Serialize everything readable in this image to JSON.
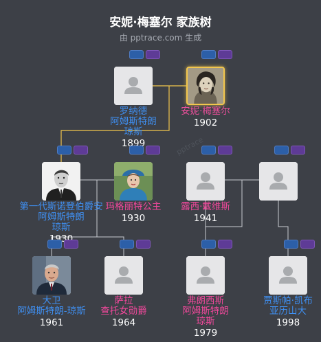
{
  "title": "安妮·梅塞尔 家族树",
  "subtitle": "由 pptrace.com 生成",
  "watermark": "pptrace",
  "people": {
    "ronald": {
      "name_lines": [
        "罗纳德",
        "阿姆斯特朗",
        "琼斯"
      ],
      "year": "1899",
      "gender": "male",
      "photo": "avatar-placeholder"
    },
    "anne": {
      "name_lines": [
        "安妮·梅塞尔"
      ],
      "year": "1902",
      "gender": "female",
      "photo": "vintage-portrait-woman",
      "selected": true
    },
    "antony": {
      "name_lines": [
        "第一代斯诺登伯爵安",
        "阿姆斯特朗",
        "琼斯"
      ],
      "year": "1930",
      "gender": "male",
      "photo": "portrait-man-suit"
    },
    "margaret": {
      "name_lines": [
        "玛格丽特公主"
      ],
      "year": "1930",
      "gender": "female",
      "photo": "portrait-woman-hat"
    },
    "lucy": {
      "name_lines": [
        "露西·戴维斯"
      ],
      "year": "1941",
      "gender": "female",
      "photo": "avatar-placeholder"
    },
    "unknown": {
      "name_lines": [],
      "year": "",
      "gender": "unknown",
      "photo": "avatar-placeholder"
    },
    "david": {
      "name_lines": [
        "大卫",
        "阿姆斯特朗-琼斯"
      ],
      "year": "1961",
      "gender": "male",
      "photo": "portrait-man-grey-hair"
    },
    "sarah": {
      "name_lines": [
        "萨拉",
        "查托女勋爵"
      ],
      "year": "1964",
      "gender": "female",
      "photo": "avatar-placeholder"
    },
    "frances": {
      "name_lines": [
        "弗朗西斯",
        "阿姆斯特朗",
        "琼斯"
      ],
      "year": "1979",
      "gender": "female",
      "photo": "avatar-placeholder"
    },
    "jasper": {
      "name_lines": [
        "贾斯帕·凯布",
        "亚历山大"
      ],
      "year": "1998",
      "gender": "male",
      "photo": "avatar-placeholder"
    }
  },
  "colors": {
    "background": "#3d4047",
    "male": "#3f8ff1",
    "female": "#f0489b",
    "highlight_line": "#f2c64d",
    "line": "#c9ccd2",
    "tag_blue": "#2c5fa8",
    "tag_purple": "#5e3b96"
  }
}
